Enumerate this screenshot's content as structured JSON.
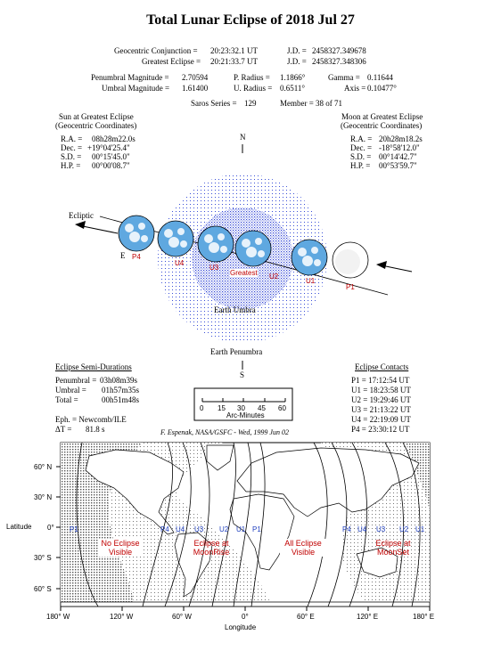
{
  "title": "Total Lunar Eclipse of 2018 Jul 27",
  "header": {
    "conj_label": "Geocentric Conjunction =",
    "conj_value": "20:23:32.1 UT",
    "conj_jd_label": "J.D. =",
    "conj_jd": "2458327.349678",
    "greatest_label": "Greatest Eclipse =",
    "greatest_value": "20:21:33.7 UT",
    "greatest_jd_label": "J.D. =",
    "greatest_jd": "2458327.348306",
    "pen_mag_label": "Penumbral Magnitude =",
    "pen_mag": "2.70594",
    "p_radius_label": "P. Radius =",
    "p_radius": "1.1866°",
    "gamma_label": "Gamma =",
    "gamma": "0.11644",
    "umb_mag_label": "Umbral Magnitude =",
    "umb_mag": "1.61400",
    "u_radius_label": "U. Radius =",
    "u_radius": "0.6511°",
    "axis_label": "Axis =",
    "axis": "0.10477°",
    "saros_label": "Saros Series =",
    "saros": "129",
    "member_label": "Member =",
    "member": "38 of 71"
  },
  "sun": {
    "heading": "Sun at Greatest Eclipse",
    "sub": "(Geocentric Coordinates)",
    "rows": [
      {
        "label": "R.A. =",
        "value": "08h28m22.0s"
      },
      {
        "label": "Dec. =",
        "value": "+19°04'25.4\""
      },
      {
        "label": "S.D. =",
        "value": "00°15'45.0\""
      },
      {
        "label": "H.P. =",
        "value": "00°00'08.7\""
      }
    ]
  },
  "moon": {
    "heading": "Moon at Greatest Eclipse",
    "sub": "(Geocentric Coordinates)",
    "rows": [
      {
        "label": "R.A. =",
        "value": "20h28m18.2s"
      },
      {
        "label": "Dec. =",
        "value": "-18°58'12.0\""
      },
      {
        "label": "S.D. =",
        "value": "00°14'42.7\""
      },
      {
        "label": "H.P. =",
        "value": "00°53'59.7\""
      }
    ]
  },
  "diagram": {
    "north": "N",
    "south": "S",
    "east": "E",
    "ecliptic": "Ecliptic",
    "umbra": "Earth Umbra",
    "penumbra": "Earth Penumbra",
    "contacts": [
      "P1",
      "U1",
      "U2",
      "Greatest",
      "U3",
      "U4",
      "P4"
    ]
  },
  "semi": {
    "heading": "Eclipse Semi-Durations",
    "rows": [
      {
        "label": "Penumbral =",
        "value": "03h08m39s"
      },
      {
        "label": "Umbral =",
        "value": "01h57m35s"
      },
      {
        "label": "Total =",
        "value": "00h51m48s"
      }
    ],
    "eph": "Eph. = Newcomb/ILE",
    "dt": "ΔT =",
    "dt_value": "81.8 s"
  },
  "scale": {
    "ticks": [
      "0",
      "15",
      "30",
      "45",
      "60"
    ],
    "label": "Arc-Minutes"
  },
  "contacts_box": {
    "heading": "Eclipse Contacts",
    "rows": [
      "P1 = 17:12:54 UT",
      "U1 = 18:23:58 UT",
      "U2 = 19:29:46 UT",
      "U3 = 21:13:22 UT",
      "U4 = 22:19:09 UT",
      "P4 = 23:30:12 UT"
    ]
  },
  "credit": "F. Espenak, NASA/GSFC - Wed, 1999 Jun 02",
  "map": {
    "lat_label": "Latitude",
    "lon_label": "Longitude",
    "lat_ticks": [
      "60° N",
      "30° N",
      "0°",
      "30° S",
      "60° S"
    ],
    "lon_ticks": [
      "180° W",
      "120° W",
      "60° W",
      "0°",
      "60° E",
      "120° E",
      "180° E"
    ],
    "no_eclipse": [
      "No Eclipse",
      "Visible"
    ],
    "moonrise": [
      "Eclipse at",
      "MoonRise"
    ],
    "all_visible": [
      "All Eclipse",
      "Visible"
    ],
    "moonset": [
      "Eclipse at",
      "MoonSet"
    ],
    "curve_labels_left": [
      "P1"
    ],
    "curve_labels_mid": [
      "P4",
      "U4",
      "U3",
      "U2",
      "U1",
      "P1"
    ],
    "curve_labels_right": [
      "P4",
      "U4",
      "U3",
      "U2",
      "U1"
    ]
  }
}
